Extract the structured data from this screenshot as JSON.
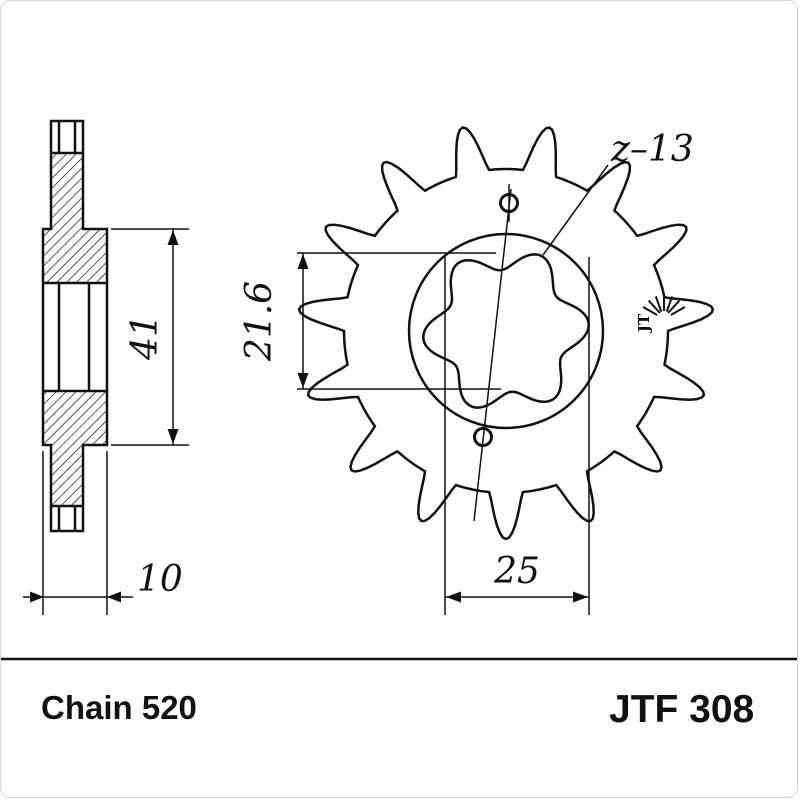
{
  "page": {
    "background": "#ffffff",
    "border_color": "#d4d4d4",
    "line_color": "#111111"
  },
  "drawing": {
    "part_label": "JTF 308",
    "chain_label": "Chain 520",
    "teeth_label": "z–13",
    "logo_text": "JT",
    "dimensions": {
      "flange_span": "41",
      "section_width": "10",
      "spline_height": "21.6",
      "bore_width": "25"
    }
  }
}
